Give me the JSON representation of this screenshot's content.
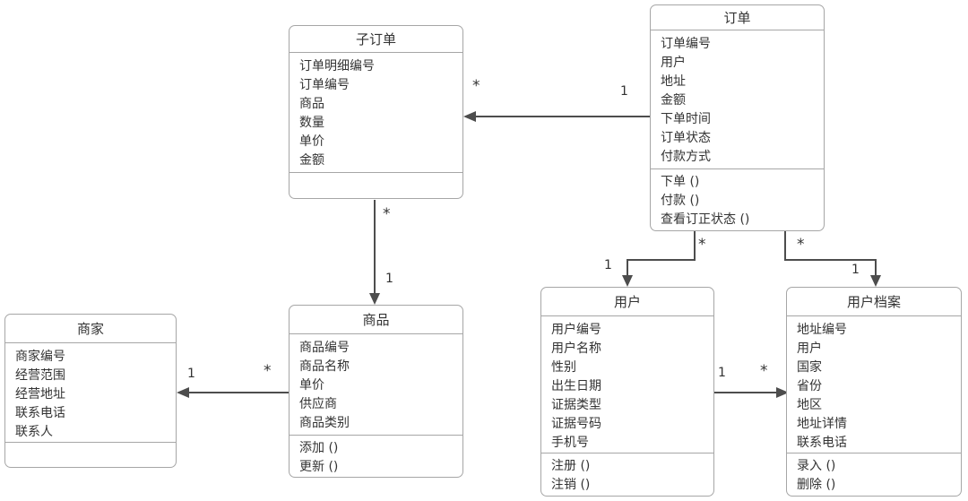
{
  "diagram": {
    "classes": {
      "suborder": {
        "title": "子订单",
        "attributes": [
          "订单明细编号",
          "订单编号",
          "商品",
          "数量",
          "单价",
          "金额"
        ],
        "methods": []
      },
      "order": {
        "title": "订单",
        "attributes": [
          "订单编号",
          "用户",
          "地址",
          "金额",
          "下单时间",
          "订单状态",
          "付款方式"
        ],
        "methods": [
          "下单 ()",
          "付款 ()",
          "查看订正状态 ()"
        ]
      },
      "product": {
        "title": "商品",
        "attributes": [
          "商品编号",
          "商品名称",
          "单价",
          "供应商",
          "商品类别"
        ],
        "methods": [
          "添加 ()",
          "更新 ()"
        ]
      },
      "merchant": {
        "title": "商家",
        "attributes": [
          "商家编号",
          "经营范围",
          "经营地址",
          "联系电话",
          "联系人"
        ],
        "methods": []
      },
      "user": {
        "title": "用户",
        "attributes": [
          "用户编号",
          "用户名称",
          "性别",
          "出生日期",
          "证据类型",
          "证据号码",
          "手机号"
        ],
        "methods": [
          "注册 ()",
          "注销 ()"
        ]
      },
      "profile": {
        "title": "用户档案",
        "attributes": [
          "地址编号",
          "用户",
          "国家",
          "省份",
          "地区",
          "地址详情",
          "联系电话"
        ],
        "methods": [
          "录入 ()",
          "删除 ()"
        ]
      }
    },
    "connectors": {
      "order_to_suborder": {
        "source_multiplicity": "1",
        "target_multiplicity": "*"
      },
      "suborder_to_product": {
        "source_multiplicity": "*",
        "target_multiplicity": "1"
      },
      "product_to_merchant": {
        "source_multiplicity": "*",
        "target_multiplicity": "1"
      },
      "order_to_user": {
        "source_multiplicity": "*",
        "target_multiplicity": "1"
      },
      "order_to_profile": {
        "source_multiplicity": "*",
        "target_multiplicity": "1"
      },
      "user_to_profile": {
        "source_multiplicity": "1",
        "target_multiplicity": "*"
      }
    },
    "colors": {
      "box_border": "#a6a6a6",
      "connector": "#4d4d4d",
      "text": "#333333",
      "background": "#ffffff"
    }
  }
}
